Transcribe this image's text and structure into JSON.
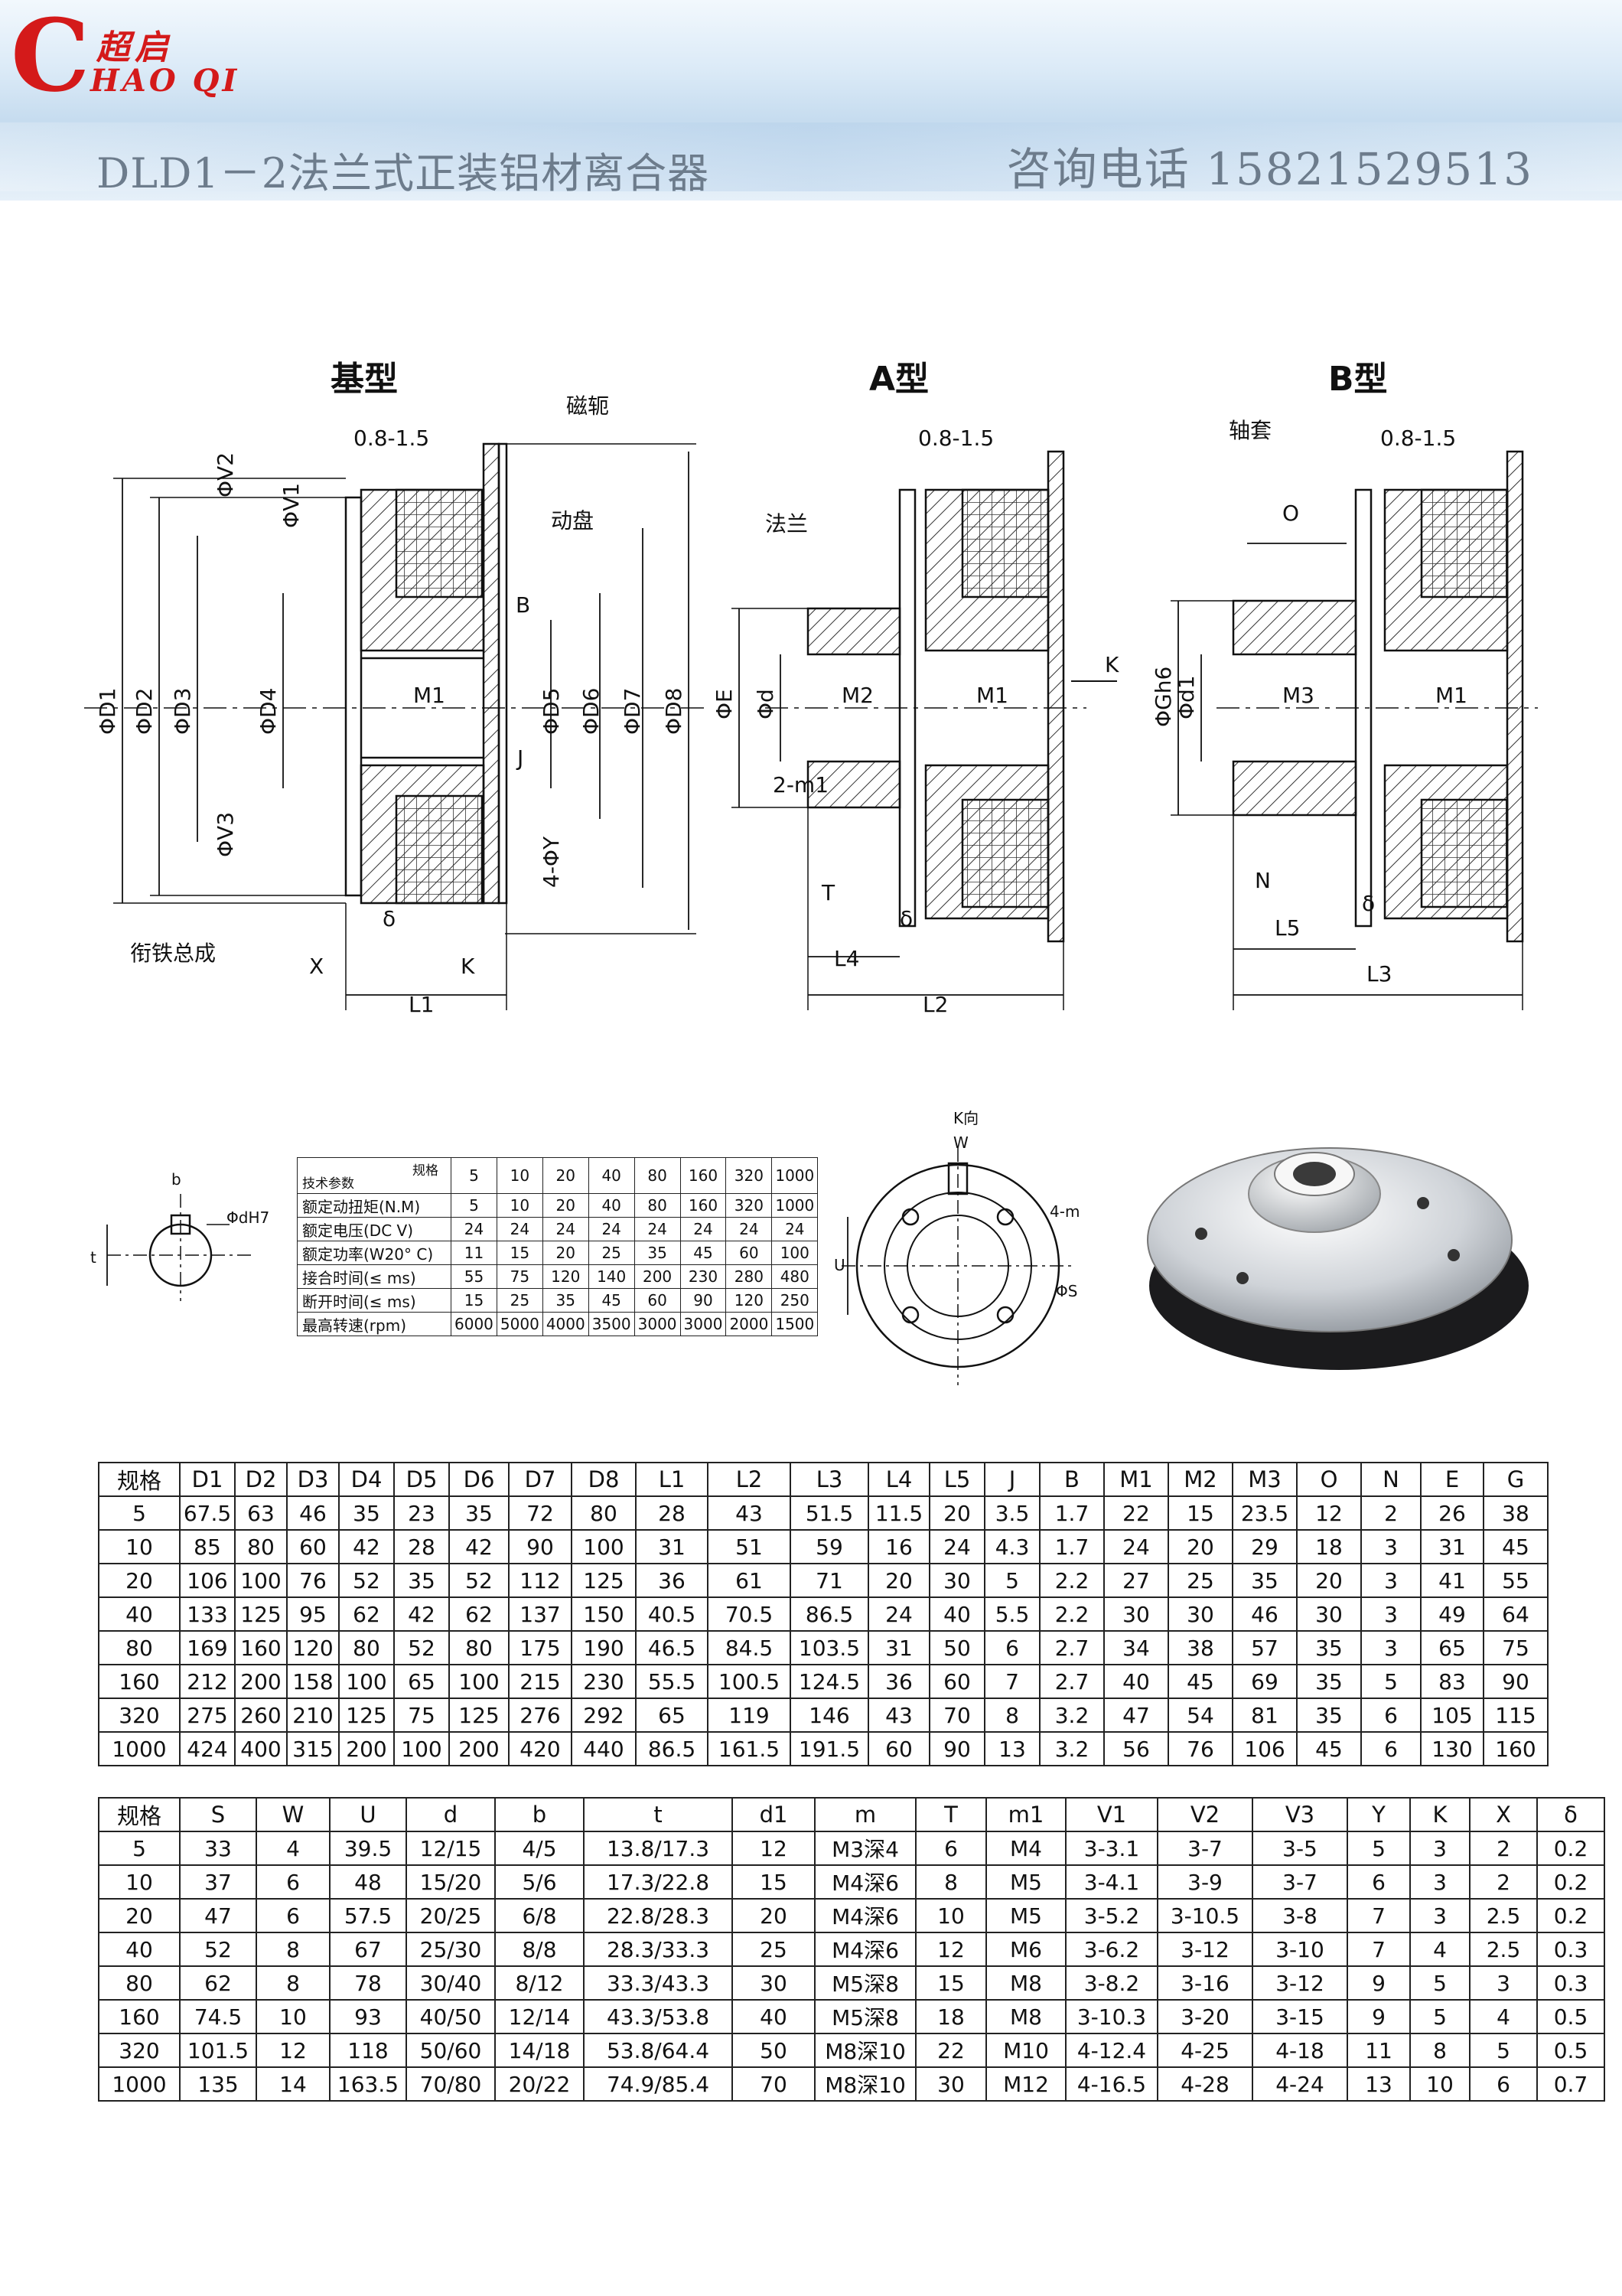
{
  "header": {
    "logo_letter": "C",
    "logo_cn": "超启",
    "logo_en": "HAO QI",
    "title": "DLD1－2法兰式正装铝材离合器",
    "phone_label": "咨询电话 15821529513"
  },
  "drawing": {
    "views": [
      "基型",
      "A型",
      "B型"
    ],
    "parts": {
      "yoke": "磁轭",
      "disc": "动盘",
      "flange": "法兰",
      "sleeve": "轴套",
      "armature": "衔铁总成"
    },
    "gap": "0.8-1.5",
    "dims_base": [
      "ΦD1",
      "ΦD2",
      "ΦD3",
      "ΦD4",
      "ΦD5",
      "ΦD6",
      "ΦD7",
      "ΦD8",
      "ΦV2",
      "ΦV1",
      "ΦV3",
      "B",
      "J",
      "M1",
      "4-ΦY",
      "δ",
      "X",
      "K",
      "L1"
    ],
    "dims_a": [
      "ΦE",
      "Φd",
      "M2",
      "M1",
      "K",
      "2-m1",
      "T",
      "δ",
      "L4",
      "L2"
    ],
    "dims_b": [
      "O",
      "ΦGh6",
      "Φd1",
      "M3",
      "M1",
      "N",
      "L5",
      "δ",
      "L3"
    ],
    "keyway": {
      "b": "b",
      "t": "t",
      "hole": "ΦdH7"
    },
    "kview": {
      "title": "K向",
      "w": "W",
      "holes": "4-m",
      "u": "U",
      "s": "ΦS"
    }
  },
  "spec_table": {
    "head_top": "规格",
    "head_bottom": "技术参数",
    "sizes": [
      "5",
      "10",
      "20",
      "40",
      "80",
      "160",
      "320",
      "1000"
    ],
    "rows": [
      {
        "label": "额定动扭矩(N.M)",
        "values": [
          "5",
          "10",
          "20",
          "40",
          "80",
          "160",
          "320",
          "1000"
        ]
      },
      {
        "label": "额定电压(DC V)",
        "values": [
          "24",
          "24",
          "24",
          "24",
          "24",
          "24",
          "24",
          "24"
        ]
      },
      {
        "label": "额定功率(W20° C)",
        "values": [
          "11",
          "15",
          "20",
          "25",
          "35",
          "45",
          "60",
          "100"
        ]
      },
      {
        "label": "接合时间(≤ ms)",
        "values": [
          "55",
          "75",
          "120",
          "140",
          "200",
          "230",
          "280",
          "480"
        ]
      },
      {
        "label": "断开时间(≤ ms)",
        "values": [
          "15",
          "25",
          "35",
          "45",
          "60",
          "90",
          "120",
          "250"
        ]
      },
      {
        "label": "最高转速(rpm)",
        "values": [
          "6000",
          "5000",
          "4000",
          "3500",
          "3000",
          "3000",
          "2000",
          "1500"
        ]
      }
    ]
  },
  "dim_table_1": {
    "headers": [
      "规格",
      "D1",
      "D2",
      "D3",
      "D4",
      "D5",
      "D6",
      "D7",
      "D8",
      "L1",
      "L2",
      "L3",
      "L4",
      "L5",
      "J",
      "B",
      "M1",
      "M2",
      "M3",
      "O",
      "N",
      "E",
      "G"
    ],
    "rows": [
      [
        "5",
        "67.5",
        "63",
        "46",
        "35",
        "23",
        "35",
        "72",
        "80",
        "28",
        "43",
        "51.5",
        "11.5",
        "20",
        "3.5",
        "1.7",
        "22",
        "15",
        "23.5",
        "12",
        "2",
        "26",
        "38"
      ],
      [
        "10",
        "85",
        "80",
        "60",
        "42",
        "28",
        "42",
        "90",
        "100",
        "31",
        "51",
        "59",
        "16",
        "24",
        "4.3",
        "1.7",
        "24",
        "20",
        "29",
        "18",
        "3",
        "31",
        "45"
      ],
      [
        "20",
        "106",
        "100",
        "76",
        "52",
        "35",
        "52",
        "112",
        "125",
        "36",
        "61",
        "71",
        "20",
        "30",
        "5",
        "2.2",
        "27",
        "25",
        "35",
        "20",
        "3",
        "41",
        "55"
      ],
      [
        "40",
        "133",
        "125",
        "95",
        "62",
        "42",
        "62",
        "137",
        "150",
        "40.5",
        "70.5",
        "86.5",
        "24",
        "40",
        "5.5",
        "2.2",
        "30",
        "30",
        "46",
        "30",
        "3",
        "49",
        "64"
      ],
      [
        "80",
        "169",
        "160",
        "120",
        "80",
        "52",
        "80",
        "175",
        "190",
        "46.5",
        "84.5",
        "103.5",
        "31",
        "50",
        "6",
        "2.7",
        "34",
        "38",
        "57",
        "35",
        "3",
        "65",
        "75"
      ],
      [
        "160",
        "212",
        "200",
        "158",
        "100",
        "65",
        "100",
        "215",
        "230",
        "55.5",
        "100.5",
        "124.5",
        "36",
        "60",
        "7",
        "2.7",
        "40",
        "45",
        "69",
        "35",
        "5",
        "83",
        "90"
      ],
      [
        "320",
        "275",
        "260",
        "210",
        "125",
        "75",
        "125",
        "276",
        "292",
        "65",
        "119",
        "146",
        "43",
        "70",
        "8",
        "3.2",
        "47",
        "54",
        "81",
        "35",
        "6",
        "105",
        "115"
      ],
      [
        "1000",
        "424",
        "400",
        "315",
        "200",
        "100",
        "200",
        "420",
        "440",
        "86.5",
        "161.5",
        "191.5",
        "60",
        "90",
        "13",
        "3.2",
        "56",
        "76",
        "106",
        "45",
        "6",
        "130",
        "160"
      ]
    ]
  },
  "dim_table_2": {
    "headers": [
      "规格",
      "S",
      "W",
      "U",
      "d",
      "b",
      "t",
      "d1",
      "m",
      "T",
      "m1",
      "V1",
      "V2",
      "V3",
      "Y",
      "K",
      "X",
      "δ"
    ],
    "rows": [
      [
        "5",
        "33",
        "4",
        "39.5",
        "12/15",
        "4/5",
        "13.8/17.3",
        "12",
        "M3深4",
        "6",
        "M4",
        "3-3.1",
        "3-7",
        "3-5",
        "5",
        "3",
        "2",
        "0.2"
      ],
      [
        "10",
        "37",
        "6",
        "48",
        "15/20",
        "5/6",
        "17.3/22.8",
        "15",
        "M4深6",
        "8",
        "M5",
        "3-4.1",
        "3-9",
        "3-7",
        "6",
        "3",
        "2",
        "0.2"
      ],
      [
        "20",
        "47",
        "6",
        "57.5",
        "20/25",
        "6/8",
        "22.8/28.3",
        "20",
        "M4深6",
        "10",
        "M5",
        "3-5.2",
        "3-10.5",
        "3-8",
        "7",
        "3",
        "2.5",
        "0.2"
      ],
      [
        "40",
        "52",
        "8",
        "67",
        "25/30",
        "8/8",
        "28.3/33.3",
        "25",
        "M4深6",
        "12",
        "M6",
        "3-6.2",
        "3-12",
        "3-10",
        "7",
        "4",
        "2.5",
        "0.3"
      ],
      [
        "80",
        "62",
        "8",
        "78",
        "30/40",
        "8/12",
        "33.3/43.3",
        "30",
        "M5深8",
        "15",
        "M8",
        "3-8.2",
        "3-16",
        "3-12",
        "9",
        "5",
        "3",
        "0.3"
      ],
      [
        "160",
        "74.5",
        "10",
        "93",
        "40/50",
        "12/14",
        "43.3/53.8",
        "40",
        "M5深8",
        "18",
        "M8",
        "3-10.3",
        "3-20",
        "3-15",
        "9",
        "5",
        "4",
        "0.5"
      ],
      [
        "320",
        "101.5",
        "12",
        "118",
        "50/60",
        "14/18",
        "53.8/64.4",
        "50",
        "M8深10",
        "22",
        "M10",
        "4-12.4",
        "4-25",
        "4-18",
        "11",
        "8",
        "5",
        "0.5"
      ],
      [
        "1000",
        "135",
        "14",
        "163.5",
        "70/80",
        "20/22",
        "74.9/85.4",
        "70",
        "M8深10",
        "30",
        "M12",
        "4-16.5",
        "4-28",
        "4-24",
        "13",
        "10",
        "6",
        "0.7"
      ]
    ]
  }
}
